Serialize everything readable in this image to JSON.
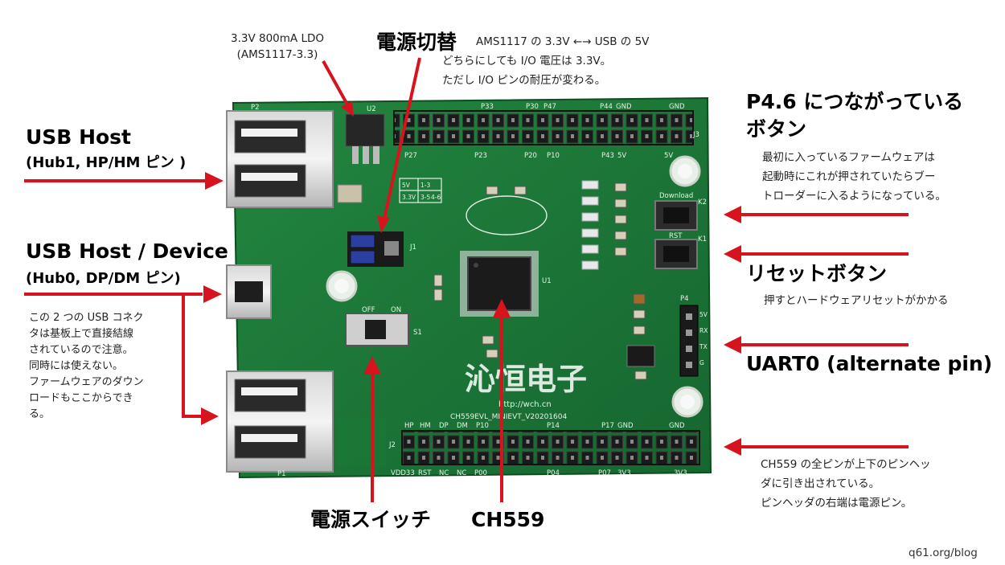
{
  "labels": {
    "ldo": {
      "line1": "3.3V 800mA LDO",
      "line2": "(AMS1117-3.3)"
    },
    "power_select": {
      "title": "電源切替",
      "line1": "AMS1117 の 3.3V ←→ USB の 5V",
      "line2": "どちらにしても I/O 電圧は 3.3V。",
      "line3": "ただし I/O ピンの耐圧が変わる。"
    },
    "usb_host": {
      "title": "USB Host",
      "subtitle": "(Hub1, HP/HM ピン )"
    },
    "usb_host_device": {
      "title": "USB Host / Device",
      "subtitle": "(Hub0, DP/DM ピン)"
    },
    "usb_note": {
      "line1": "この 2 つの USB コネク",
      "line2": "タは基板上で直接結線",
      "line3": "されているので注意。",
      "line4": "同時には使えない。",
      "line5": "ファームウェアのダウン",
      "line6": "ロードもここからでき",
      "line7": "る。"
    },
    "button_p46": {
      "title1": "P4.6 につながっている",
      "title2": "ボタン",
      "line1": "最初に入っているファームウェアは",
      "line2": "起動時にこれが押されていたらブー",
      "line3": "トローダーに入るようになっている。"
    },
    "reset": {
      "title": "リセットボタン",
      "line1": "押すとハードウェアリセットがかかる"
    },
    "uart": {
      "title": "UART0 (alternate pin)"
    },
    "pin_header": {
      "line1": "CH559 の全ピンが上下のピンヘッ",
      "line2": "ダに引き出されている。",
      "line3": "ピンヘッダの右端は電源ピン。"
    },
    "power_switch": {
      "title": "電源スイッチ"
    },
    "chip": {
      "title": "CH559"
    },
    "credit": "q61.org/blog"
  },
  "board": {
    "top_header_labels": [
      "P33",
      "P30",
      "P47",
      "P44",
      "GND",
      "GND"
    ],
    "top_header_bottom_labels": [
      "P27",
      "P23",
      "P20",
      "P10",
      "P43",
      "5V",
      "5V"
    ],
    "bottom_header_top_labels": [
      "HP",
      "HM",
      "DP",
      "DM",
      "P10",
      "P14",
      "P17",
      "GND",
      "GND"
    ],
    "bottom_header_bottom_labels": [
      "VDD33",
      "RST",
      "NC",
      "NC",
      "P00",
      "P04",
      "P07",
      "3V3",
      "3V3"
    ],
    "logo_text": "沁恒电子",
    "url_text": "http://wch.cn",
    "model_text": "CH559EVL_MINIEVT_V20201604",
    "switch_labels": [
      "OFF",
      "ON"
    ],
    "jumper_labels": [
      "5V",
      "1-3",
      "3.3V",
      "3-5",
      "4-6"
    ],
    "button_labels": [
      "Download",
      "RST"
    ],
    "connector_refs": [
      "P2",
      "P1",
      "J1",
      "J2",
      "J3",
      "P4",
      "S1",
      "U1",
      "U2",
      "K1",
      "K2"
    ],
    "uart_pin_labels": [
      "5V",
      "RX",
      "TX",
      "G"
    ]
  },
  "colors": {
    "arrow": "#d7141e",
    "pcb": "#1d7a39",
    "pcb_dark": "#135c28",
    "header": "#161616"
  }
}
